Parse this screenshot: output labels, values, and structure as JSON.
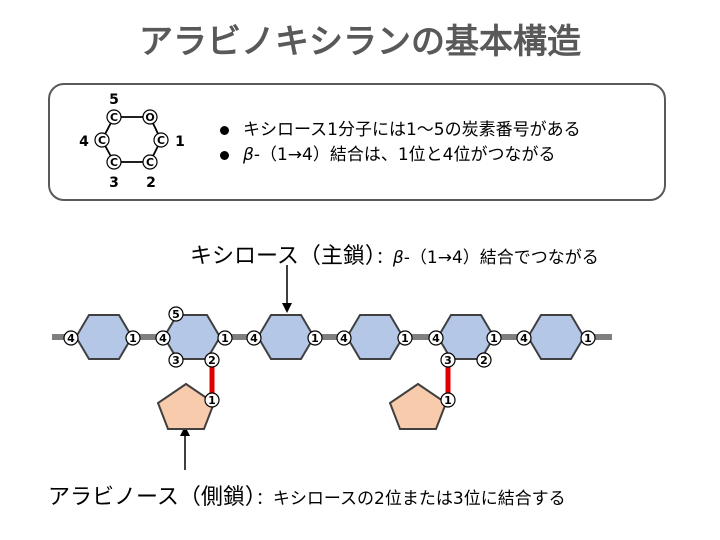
{
  "title": "アラビノキシランの基本構造",
  "legend": {
    "ring_atoms": {
      "ring_carbon": "C",
      "ring_oxygen": "O"
    },
    "position_numbers": [
      "1",
      "2",
      "3",
      "4",
      "5"
    ],
    "bullets": [
      {
        "beta": "",
        "text": "キシロース1分子には1〜5の炭素番号がある"
      },
      {
        "beta": "β",
        "text": "-（1→4）結合は、1位と4位がつながる"
      }
    ]
  },
  "main_chain_label": {
    "name": "キシロース（主鎖）",
    "colon": "：",
    "beta": "β",
    "description": "-（1→4）結合でつながる"
  },
  "side_chain_label": {
    "name": "アラビノース（側鎖）",
    "colon": "：",
    "description": "キシロースの2位または3位に結合する"
  },
  "xylose_units": [
    {
      "numbers": [
        "4",
        "1"
      ]
    },
    {
      "numbers": [
        "5",
        "4",
        "1",
        "3",
        "2"
      ]
    },
    {
      "numbers": [
        "4",
        "1"
      ]
    },
    {
      "numbers": [
        "4",
        "1"
      ]
    },
    {
      "numbers": [
        "4",
        "1",
        "3",
        "2"
      ]
    },
    {
      "numbers": [
        "4",
        "1"
      ]
    }
  ],
  "arabinose_units": [
    {
      "attached_to": "2",
      "number": "1"
    },
    {
      "attached_to": "3",
      "number": "1"
    }
  ],
  "colors": {
    "title": "#595959",
    "box_border": "#595959",
    "xylose_fill": "#B4C7E7",
    "arabinose_fill": "#F8CBAD",
    "ring_stroke": "#404040",
    "backbone": "#7F7F7F",
    "side_bond": "#E00000"
  }
}
